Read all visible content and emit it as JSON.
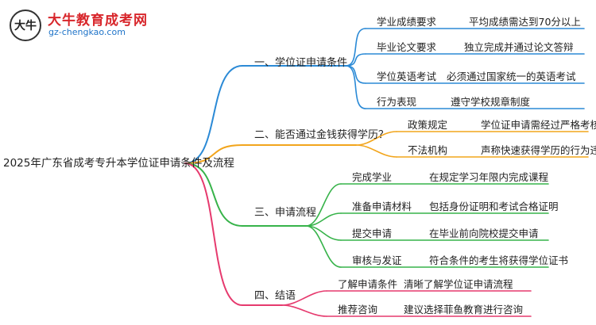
{
  "logo": {
    "badge_text": "大牛",
    "title": "大牛教育成考网",
    "url": "gz-chengkao.com"
  },
  "root": "2025年广东省成考专升本学位证申请条件及流程",
  "branches": [
    {
      "label": "一、学位证申请条件",
      "color": "#2b8ad6",
      "children": [
        {
          "name": "学业成绩要求",
          "detail": "平均成绩需达到70分以上"
        },
        {
          "name": "毕业论文要求",
          "detail": "独立完成并通过论文答辩"
        },
        {
          "name": "学位英语考试",
          "detail": "必须通过国家统一的英语考试"
        },
        {
          "name": "行为表现",
          "detail": "遵守学校规章制度"
        }
      ]
    },
    {
      "label": "二、能否通过金钱获得学历？",
      "color": "#f2a51c",
      "children": [
        {
          "name": "政策规定",
          "detail": "学位证申请需经过严格考核"
        },
        {
          "name": "不法机构",
          "detail": "声称快速获得学历的行为违法"
        }
      ]
    },
    {
      "label": "三、申请流程",
      "color": "#37b34a",
      "children": [
        {
          "name": "完成学业",
          "detail": "在规定学习年限内完成课程"
        },
        {
          "name": "准备申请材料",
          "detail": "包括身份证明和考试合格证明"
        },
        {
          "name": "提交申请",
          "detail": "在毕业前向院校提交申请"
        },
        {
          "name": "审核与发证",
          "detail": "符合条件的考生将获得学位证书"
        }
      ]
    },
    {
      "label": "四、结语",
      "color": "#e63a6e",
      "children": [
        {
          "name": "了解申请条件",
          "detail": "清晰了解学位证申请流程"
        },
        {
          "name": "推荐咨询",
          "detail": "建议选择菲鱼教育进行咨询"
        }
      ]
    }
  ]
}
